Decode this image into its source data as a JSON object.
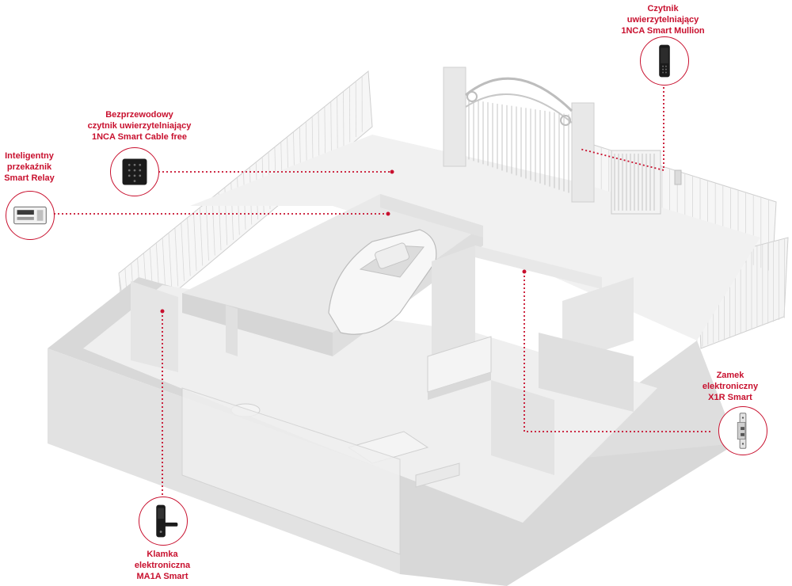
{
  "colors": {
    "accent": "#c8102e",
    "house": "#e6e6e6",
    "house_shadow": "#d2d2d2",
    "house_light": "#f2f2f2"
  },
  "labels": {
    "mullion": {
      "line1": "Czytnik",
      "line2": "uwierzytelniający",
      "line3": "1NCA Smart Mullion"
    },
    "cable_free": {
      "line1": "Bezprzewodowy",
      "line2": "czytnik uwierzytelniający",
      "line3": "1NCA Smart Cable free"
    },
    "relay": {
      "line1": "Inteligentny",
      "line2": "przekaźnik",
      "line3": "Smart Relay"
    },
    "lock": {
      "line1": "Zamek",
      "line2": "elektroniczny",
      "line3": "X1R Smart"
    },
    "handle": {
      "line1": "Klamka",
      "line2": "elektroniczna",
      "line3": "MA1A Smart"
    }
  },
  "icons": {
    "mullion": "mullion-reader-icon",
    "cable_free": "keypad-reader-icon",
    "relay": "relay-box-icon",
    "lock": "mortise-lock-icon",
    "handle": "door-handle-icon"
  }
}
